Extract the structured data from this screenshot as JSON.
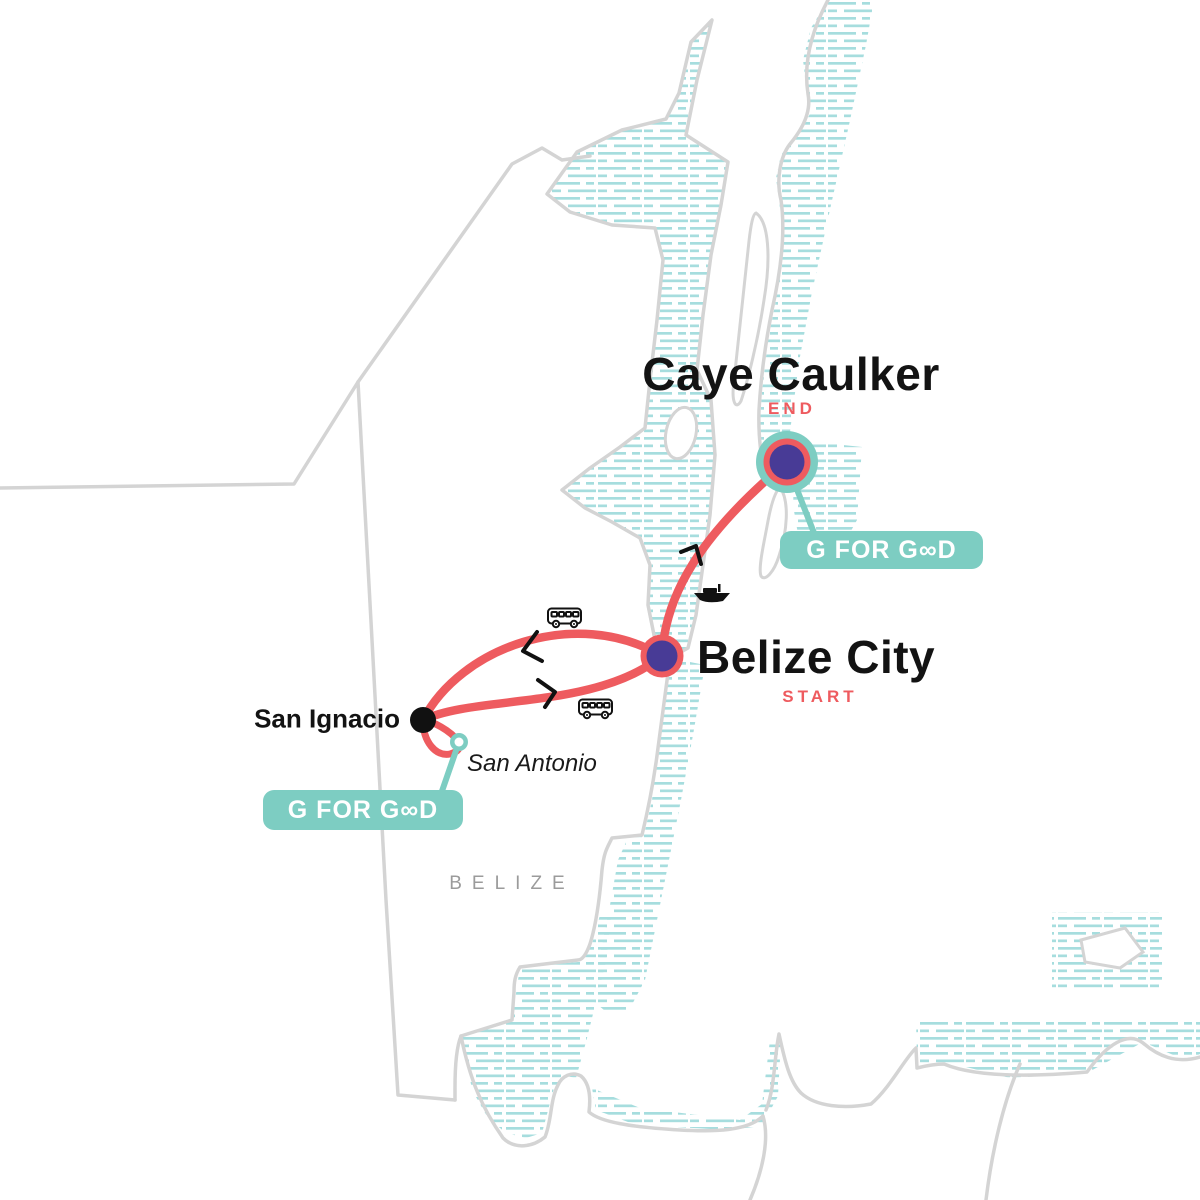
{
  "title": "Belize tour itinerary map",
  "country_label": "BELIZE",
  "locations": {
    "caye_caulker": {
      "name": "Caye Caulker",
      "tag": "END",
      "marker": "teal-ring-coral-ring-purple-dot"
    },
    "belize_city": {
      "name": "Belize City",
      "tag": "START",
      "marker": "coral-ring-purple-dot"
    },
    "san_ignacio": {
      "name": "San Ignacio",
      "marker": "black-dot"
    },
    "san_antonio": {
      "name": "San Antonio",
      "marker": "teal-ring-white-dot"
    }
  },
  "badges": {
    "g_for_good_label": "G FOR GOOD",
    "g_for_good_display": "G FOR G∞D"
  },
  "transport": {
    "land_icon": "bus",
    "sea_icon": "boat",
    "direction_icon": "chevron"
  },
  "colors": {
    "route": "#EE5B5F",
    "marker_purple": "#483B96",
    "brand_teal": "#7DCDC2",
    "water_hatch": "#A6DDDE",
    "coastline_gray": "#D4D4D4",
    "country_label_gray": "#9B9B9B",
    "text_black": "#131313"
  }
}
